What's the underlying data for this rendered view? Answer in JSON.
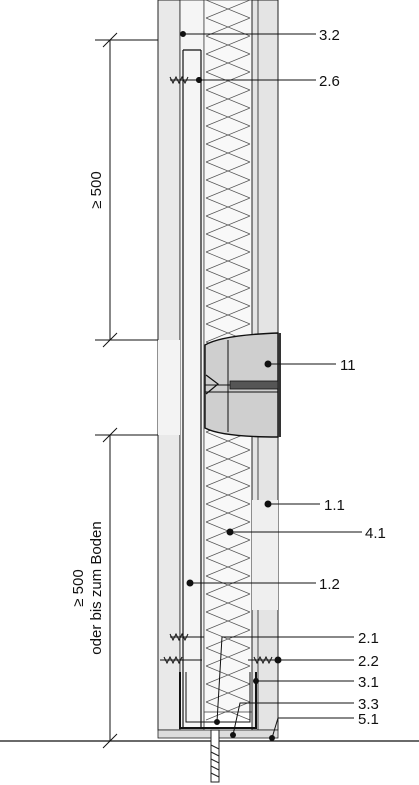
{
  "labels": [
    {
      "id": "3.2",
      "text": "3.2"
    },
    {
      "id": "2.6",
      "text": "2.6"
    },
    {
      "id": "11",
      "text": "11"
    },
    {
      "id": "1.1",
      "text": "1.1"
    },
    {
      "id": "4.1",
      "text": "4.1"
    },
    {
      "id": "1.2",
      "text": "1.2"
    },
    {
      "id": "2.1",
      "text": "2.1"
    },
    {
      "id": "2.2",
      "text": "2.2"
    },
    {
      "id": "3.1",
      "text": "3.1"
    },
    {
      "id": "3.3",
      "text": "3.3"
    },
    {
      "id": "5.1",
      "text": "5.1"
    }
  ],
  "dimensions": {
    "upper": "≥ 500",
    "lower_line1": "≥ 500",
    "lower_line2": "oder bis zum Boden"
  },
  "colors": {
    "line": "#111111",
    "board": "#e6e6e6",
    "board_light": "#f1f1f1",
    "insulation": "#f7f7f7",
    "box": "#cfcfcf",
    "box_dark": "#4a4a4a"
  }
}
